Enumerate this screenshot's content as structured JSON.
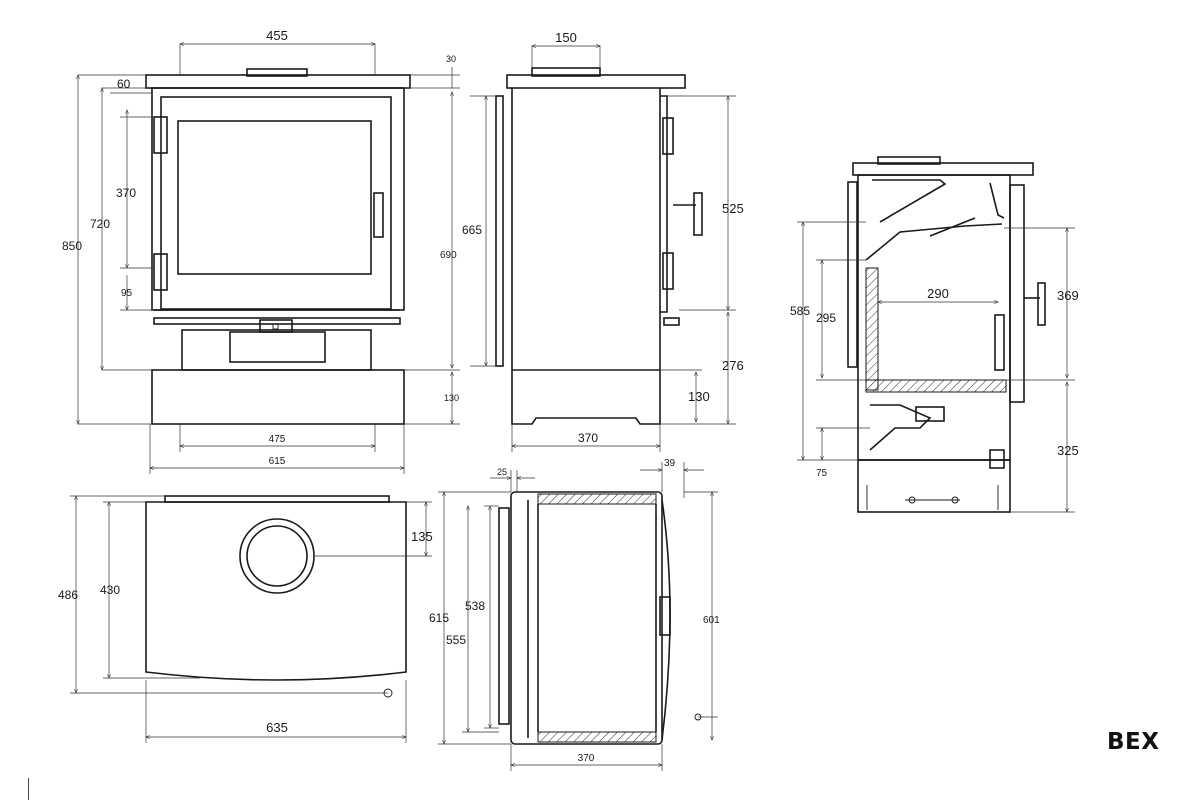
{
  "brand": "BEX",
  "dimensions": {
    "front": {
      "top_width": "455",
      "top_offset": "30",
      "total_height": "850",
      "body_height": "720",
      "door_offset": "60",
      "hinge_span": "370",
      "hinge_bottom": "95",
      "to_base": "690",
      "base_height": "130",
      "ash_width": "475",
      "total_width": "615"
    },
    "side": {
      "flue_width": "150",
      "door_height": "665",
      "handle_height": "525",
      "handle_to_floor": "276",
      "plinth": "130",
      "depth": "370"
    },
    "section": {
      "firebox_width": "290",
      "firebox_height": "585",
      "grate_height": "295",
      "glass_height": "369",
      "ash_height": "325",
      "ash_offset": "75"
    },
    "plan_top": {
      "depth": "486",
      "inner_depth": "430",
      "flue_offset": "135",
      "width": "635"
    },
    "plan_section": {
      "frame": "25",
      "handle": "39",
      "total": "615",
      "inner_a": "538",
      "inner_b": "555",
      "outer": "601",
      "depth": "370"
    }
  }
}
